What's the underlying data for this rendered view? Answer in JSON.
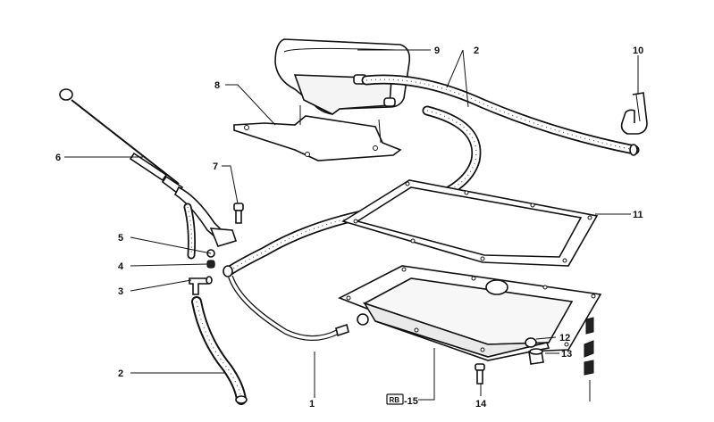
{
  "callouts": [
    {
      "id": "1",
      "label": "1"
    },
    {
      "id": "2a",
      "label": "2"
    },
    {
      "id": "2b",
      "label": "2"
    },
    {
      "id": "3",
      "label": "3"
    },
    {
      "id": "4",
      "label": "4"
    },
    {
      "id": "5",
      "label": "5"
    },
    {
      "id": "6",
      "label": "6"
    },
    {
      "id": "7",
      "label": "7"
    },
    {
      "id": "8",
      "label": "8"
    },
    {
      "id": "9",
      "label": "9"
    },
    {
      "id": "10",
      "label": "10"
    },
    {
      "id": "11",
      "label": "11"
    },
    {
      "id": "12",
      "label": "12"
    },
    {
      "id": "13",
      "label": "13"
    },
    {
      "id": "14",
      "label": "14"
    },
    {
      "id": "15",
      "label": "-15"
    }
  ],
  "badge": {
    "text": "RB"
  }
}
